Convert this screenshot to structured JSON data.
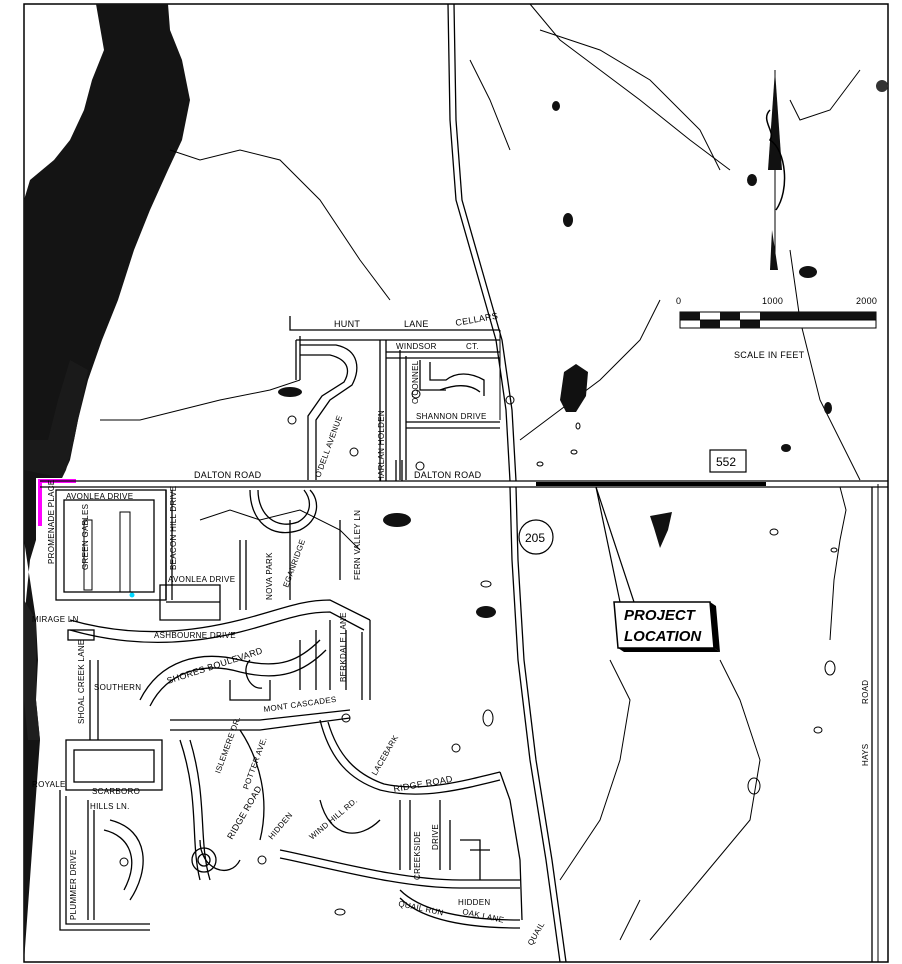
{
  "map": {
    "scale_bar": {
      "ticks": [
        "0",
        "1000",
        "2000"
      ],
      "caption": "SCALE IN FEET"
    },
    "highway_shields": {
      "hwy_552": "552",
      "hwy_205": "205"
    },
    "callout": {
      "line1": "PROJECT",
      "line2": "LOCATION"
    },
    "streets": {
      "hunt_lane": "HUNT",
      "hunt_lane2": "LANE",
      "cellars": "CELLARS",
      "windsor_ct": "WINDSOR",
      "ct": "CT.",
      "oconnell": "O'CONNEL",
      "shannon": "SHANNON DRIVE",
      "harlan_holden": "HARLAN HOLDEN",
      "odell": "O'DELL AVENUE",
      "dalton_road_w": "DALTON ROAD",
      "dalton_road_e": "DALTON ROAD",
      "fern_valley": "FERN VALLEY LN",
      "avonlea_drive_n": "AVONLEA DRIVE",
      "promenade": "PROMENADE PLACE",
      "green_gables": "GREEN GABLES",
      "beacon_hill": "BEACON HILL DRIVE",
      "avonlea_drive_s": "AVONLEA DRIVE",
      "nova_park": "NOVA PARK",
      "eganridge": "EGANRIDGE",
      "mirage": "MIRAGE LN",
      "ashbourne": "ASHBOURNE DRIVE",
      "shores": "SHORES BOULEVARD",
      "berkdale": "BERKDALE LANE",
      "shoal_creek": "SHOAL CREEK LANE",
      "southern": "SOUTHERN",
      "mont_cascades": "MONT CASCADES",
      "islemere": "ISLEMERE DR.",
      "potter": "POTTER AVE.",
      "royale": "ROYALE",
      "scarboro": "SCARBORO",
      "hills_ln": "HILLS LN.",
      "ridge_road_w": "RIDGE ROAD",
      "hidden": "HIDDEN",
      "wind_hill": "WIND HILL RD.",
      "lacebark": "LACEBARK",
      "ridge_road_e": "RIDGE ROAD",
      "creekside": "CREEKSIDE",
      "drive": "DRIVE",
      "plummer": "PLUMMER DRIVE",
      "quail_run": "QUAIL RUN",
      "oak_lane": "OAK LANE",
      "hidden2": "HIDDEN",
      "quail": "QUAIL",
      "hays_road": "HAYS",
      "road": "ROAD"
    }
  }
}
